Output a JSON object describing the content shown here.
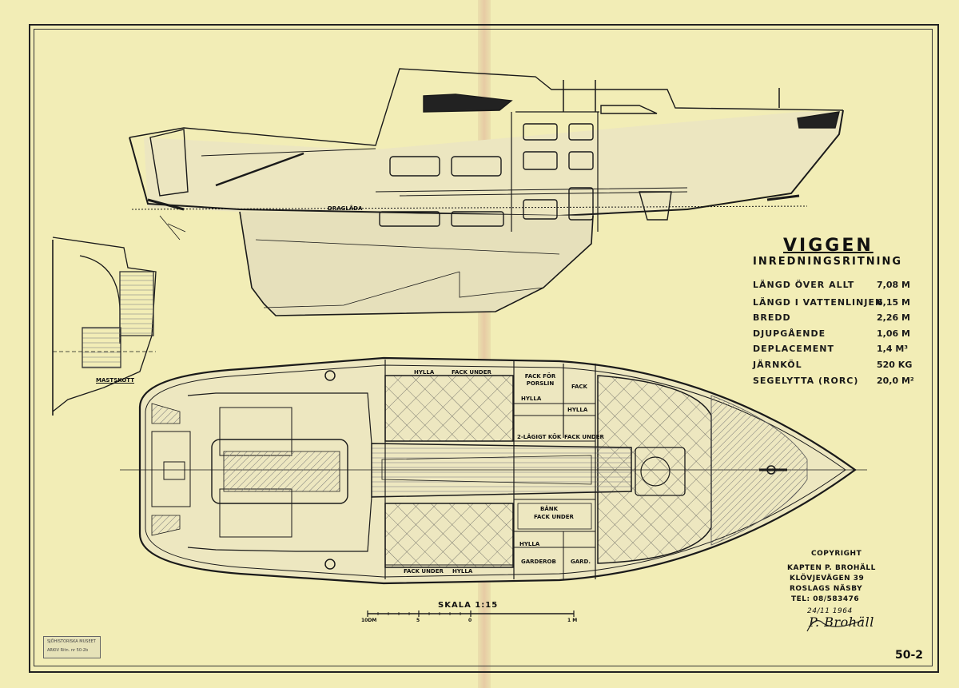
{
  "drawing": {
    "title": "VIGGEN",
    "subtitle": "INREDNINGSRITNING",
    "specs": [
      {
        "label": "LÄNGD ÖVER ALLT",
        "value": "7,08 M"
      },
      {
        "label": "LÄNGD I VATTENLINJEN",
        "value": "6,15 M"
      },
      {
        "label": "BREDD",
        "value": "2,26 M"
      },
      {
        "label": "DJUPGÅENDE",
        "value": "1,06 M"
      },
      {
        "label": "DEPLACEMENT",
        "value": "1,4 M³"
      },
      {
        "label": "JÄRNKÖL",
        "value": "520 KG"
      },
      {
        "label": "SEGELYTTA (RORC)",
        "value": "20,0 M²"
      }
    ],
    "labels": {
      "draglada": "DRAGLÅDA",
      "mastskott": "MASTSKOTT",
      "hylla_top": "HYLLA",
      "fack_under_top": "FACK UNDER",
      "fack_for_porslin": "FACK FÖR PORSLIN",
      "fack": "FACK",
      "hylla_mid": "HYLLA",
      "hylla_mid2": "HYLLA",
      "kok": "2-LÄGIGT KÖK",
      "fack_under_mid": "FACK UNDER",
      "bank": "BÄNK",
      "fack_under_bank": "FACK UNDER",
      "hylla_low": "HYLLA",
      "garderob": "GARDEROB",
      "gard": "GARD.",
      "fack_under_bottom": "FACK UNDER",
      "hylla_bottom": "HYLLA"
    },
    "scale": {
      "title": "SKALA 1:15",
      "ticks": [
        "10DM",
        "5",
        "0",
        "1 M"
      ]
    },
    "copyright": {
      "heading": "COPYRIGHT",
      "lines": [
        "KAPTEN P. BROHÄLL",
        "KLÖVJEVÄGEN 39",
        "ROSLAGS NÄSBY",
        "TEL: 08/583476"
      ],
      "date": "24/11 1964",
      "signature": "P. Brohäll"
    },
    "sheet_number": "50-2",
    "stamp_lines": [
      "SJÖHISTORISKA MUSEET",
      "ARKIV Ritn. nr 50-2b"
    ]
  }
}
